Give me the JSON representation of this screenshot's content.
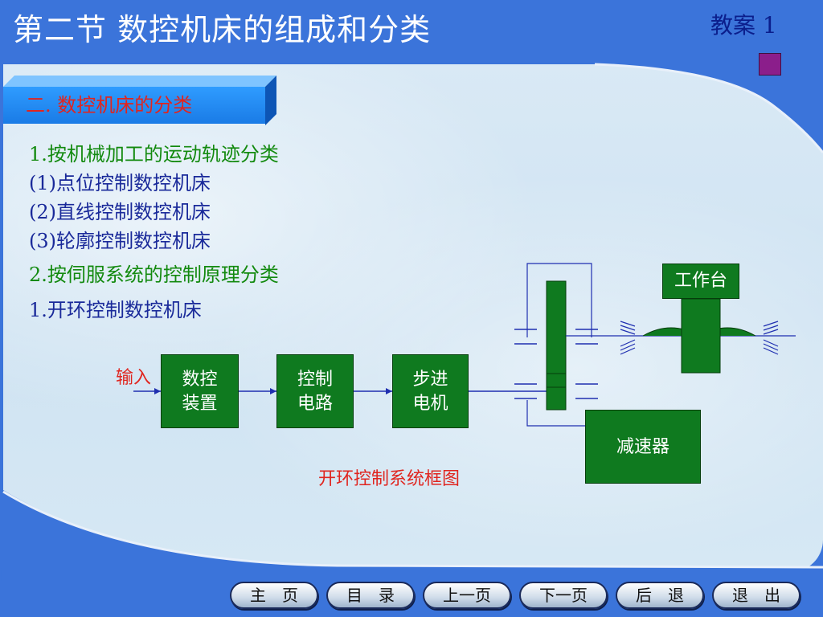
{
  "header": {
    "title": "第二节 数控机床的组成和分类",
    "lesson_label": "教案 1"
  },
  "section": {
    "tab_label": "二. 数控机床的分类"
  },
  "content": {
    "heading1": "1.按机械加工的运动轨迹分类",
    "item1": "(1)点位控制数控机床",
    "item2": "(2)直线控制数控机床",
    "item3": "(3)轮廓控制数控机床",
    "heading2": "2.按伺服系统的控制原理分类",
    "item4": "1.开环控制数控机床"
  },
  "diagram": {
    "input_label": "输入",
    "box_nc": [
      "数控",
      "装置"
    ],
    "box_circuit": [
      "控制",
      "电路"
    ],
    "box_motor": [
      "步进",
      "电机"
    ],
    "box_reducer": "减速器",
    "box_table": "工作台",
    "caption": "开环控制系统框图"
  },
  "nav": {
    "home": "主　页",
    "toc": "目　录",
    "prev": "上一页",
    "next": "下一页",
    "back": "后　退",
    "exit": "退　出"
  },
  "colors": {
    "background": "#3b74da",
    "box_fill": "#0f7a1f",
    "heading_text": "#138a0f",
    "body_text": "#1a2a9a",
    "accent_red": "#e0251f"
  }
}
